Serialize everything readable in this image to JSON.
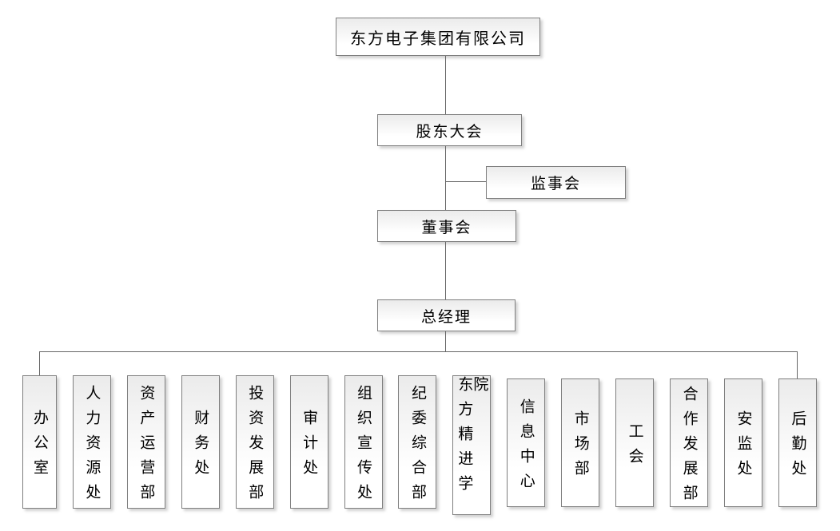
{
  "nodes": {
    "root": "东方电子集团有限公司",
    "shareholders_meeting": "股东大会",
    "supervisory_board": "监事会",
    "board_of_directors": "董事会",
    "general_manager": "总经理"
  },
  "departments": [
    "办公室",
    "人力资源处",
    "资产运营部",
    "财务处",
    "投资发展部",
    "审计处",
    "组织宣传处",
    "纪委综合部",
    "东方精进学院",
    "信息中心",
    "市场部",
    "工会",
    "合作发展部",
    "安监处",
    "后勤处"
  ],
  "colors": {
    "box_border": "#7f7f7f",
    "connector": "#666666",
    "box_fill_top": "#ebebeb",
    "box_fill_bottom": "#ffffff",
    "text": "#000000",
    "background": "#ffffff"
  }
}
